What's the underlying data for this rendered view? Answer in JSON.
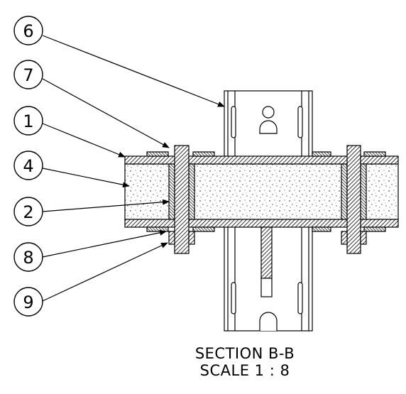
{
  "balloons": [
    {
      "id": "6",
      "label": "6"
    },
    {
      "id": "7",
      "label": "7"
    },
    {
      "id": "1",
      "label": "1"
    },
    {
      "id": "4",
      "label": "4"
    },
    {
      "id": "2",
      "label": "2"
    },
    {
      "id": "8",
      "label": "8"
    },
    {
      "id": "9",
      "label": "9"
    }
  ],
  "caption": {
    "section": "SECTION B-B",
    "scale": "SCALE 1 : 8"
  }
}
